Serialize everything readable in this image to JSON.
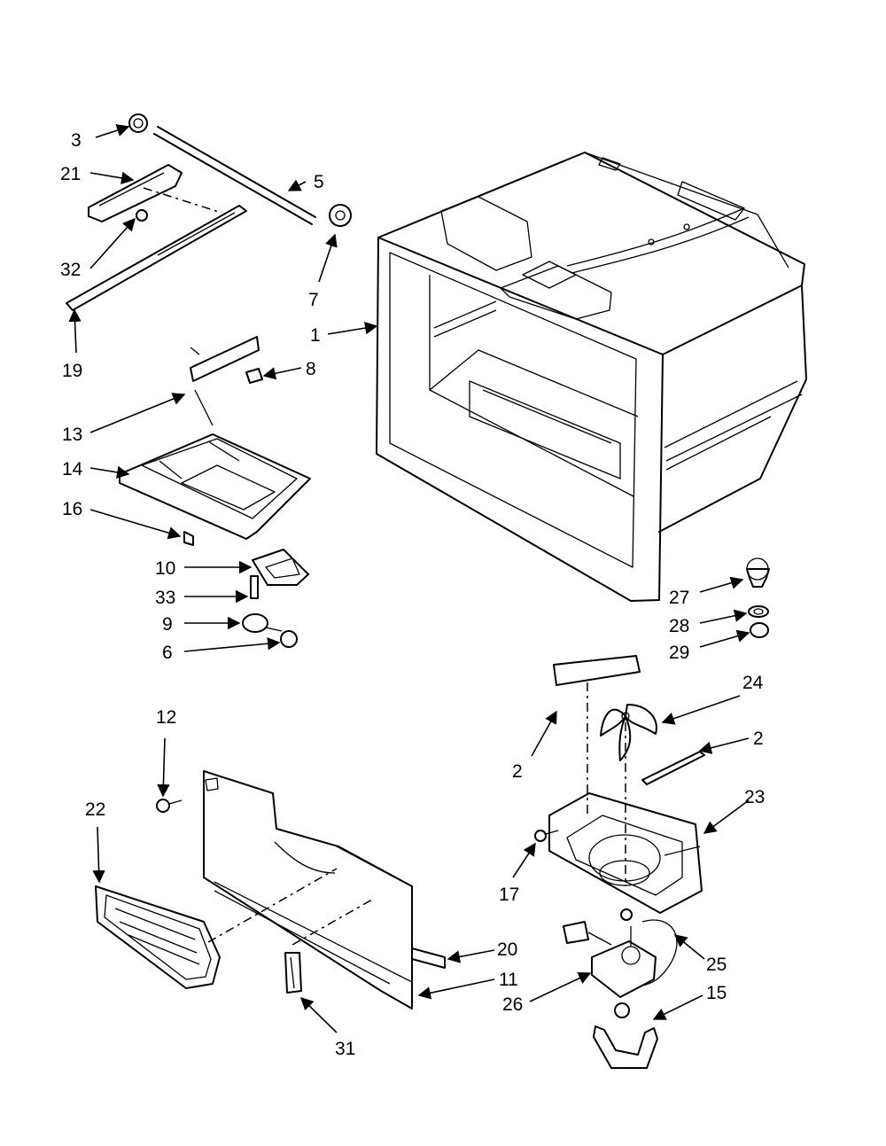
{
  "callouts": [
    "3",
    "21",
    "5",
    "32",
    "7",
    "19",
    "1",
    "8",
    "13",
    "14",
    "16",
    "10",
    "33",
    "9",
    "6",
    "27",
    "28",
    "29",
    "24",
    "2",
    "2",
    "12",
    "22",
    "23",
    "17",
    "20",
    "25",
    "11",
    "26",
    "15",
    "31"
  ]
}
